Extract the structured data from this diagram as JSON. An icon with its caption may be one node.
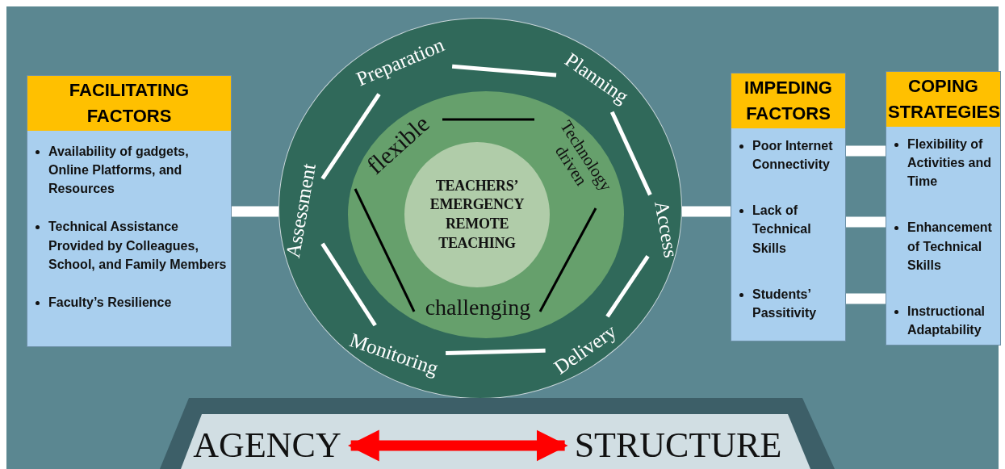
{
  "diagram": {
    "nodes": [
      {
        "text": [
          "FACILITATING FACTORS",
          "Availability of gadgets, Online Platforms, and Resources",
          "Technical Assistance Provided by Colleagues, School, and Family Members",
          "Faculty’s Resilience"
        ]
      },
      {
        "text": [],
        "shape": "circle"
      },
      {
        "text": [
          "Preparation"
        ],
        "in": 1
      },
      {
        "text": [
          "Planning"
        ],
        "in": 1
      },
      {
        "text": [
          "Access"
        ],
        "in": 1
      },
      {
        "text": [
          "Delivery"
        ],
        "in": 1
      },
      {
        "text": [
          "Monitoring"
        ],
        "in": 1
      },
      {
        "text": [
          "Assessment"
        ],
        "in": 1
      },
      {
        "text": [],
        "shape": "circle",
        "in": 1
      },
      {
        "text": [
          "flexible"
        ],
        "in": 8
      },
      {
        "text": [
          "Technology driven"
        ],
        "in": 8
      },
      {
        "text": [
          "challenging"
        ],
        "in": 8
      },
      {
        "text": [
          "TEACHERS’ EMERGENCY REMOTE TEACHING"
        ],
        "in": 8
      },
      {
        "text": [
          "IMPEDING FACTORS",
          "Poor Internet Connectivity",
          "Lack of Technical Skills",
          "Students’ Passitivity"
        ]
      },
      {
        "text": [
          "COPING STRATEGIES",
          "Flexibility  of Activities and Time",
          "Enhancement of Technical Skills",
          "Instructional Adaptability"
        ]
      },
      {
        "text": [],
        "shape": "trapezoid"
      },
      {
        "text": [
          "AGENCY"
        ],
        "in": 15
      },
      {
        "text": [
          "STRUCTURE"
        ],
        "in": 15
      }
    ],
    "edges": [
      {
        "from": 0,
        "to": 1,
        "arrow": "none",
        "style": "thick"
      },
      {
        "from": 1,
        "to": 13,
        "arrow": "none",
        "style": "thick"
      },
      {
        "from": 13,
        "to": 14,
        "arrow": "none",
        "style": "thick"
      },
      {
        "from": 13,
        "to": 14,
        "arrow": "none",
        "style": "thick"
      },
      {
        "from": 13,
        "to": 14,
        "arrow": "none",
        "style": "thick"
      },
      {
        "from": 2,
        "to": 3,
        "arrow": "none"
      },
      {
        "from": 3,
        "to": 4,
        "arrow": "none"
      },
      {
        "from": 4,
        "to": 5,
        "arrow": "none"
      },
      {
        "from": 5,
        "to": 6,
        "arrow": "none"
      },
      {
        "from": 6,
        "to": 7,
        "arrow": "none"
      },
      {
        "from": 7,
        "to": 2,
        "arrow": "none"
      },
      {
        "from": 9,
        "to": 10,
        "arrow": "none",
        "color": "#000000"
      },
      {
        "from": 10,
        "to": 11,
        "arrow": "none",
        "color": "#000000"
      },
      {
        "from": 11,
        "to": 9,
        "arrow": "none",
        "color": "#000000"
      },
      {
        "from": 16,
        "to": 17,
        "arrow": "both",
        "style": "thick",
        "color": "#ff0000"
      }
    ]
  }
}
